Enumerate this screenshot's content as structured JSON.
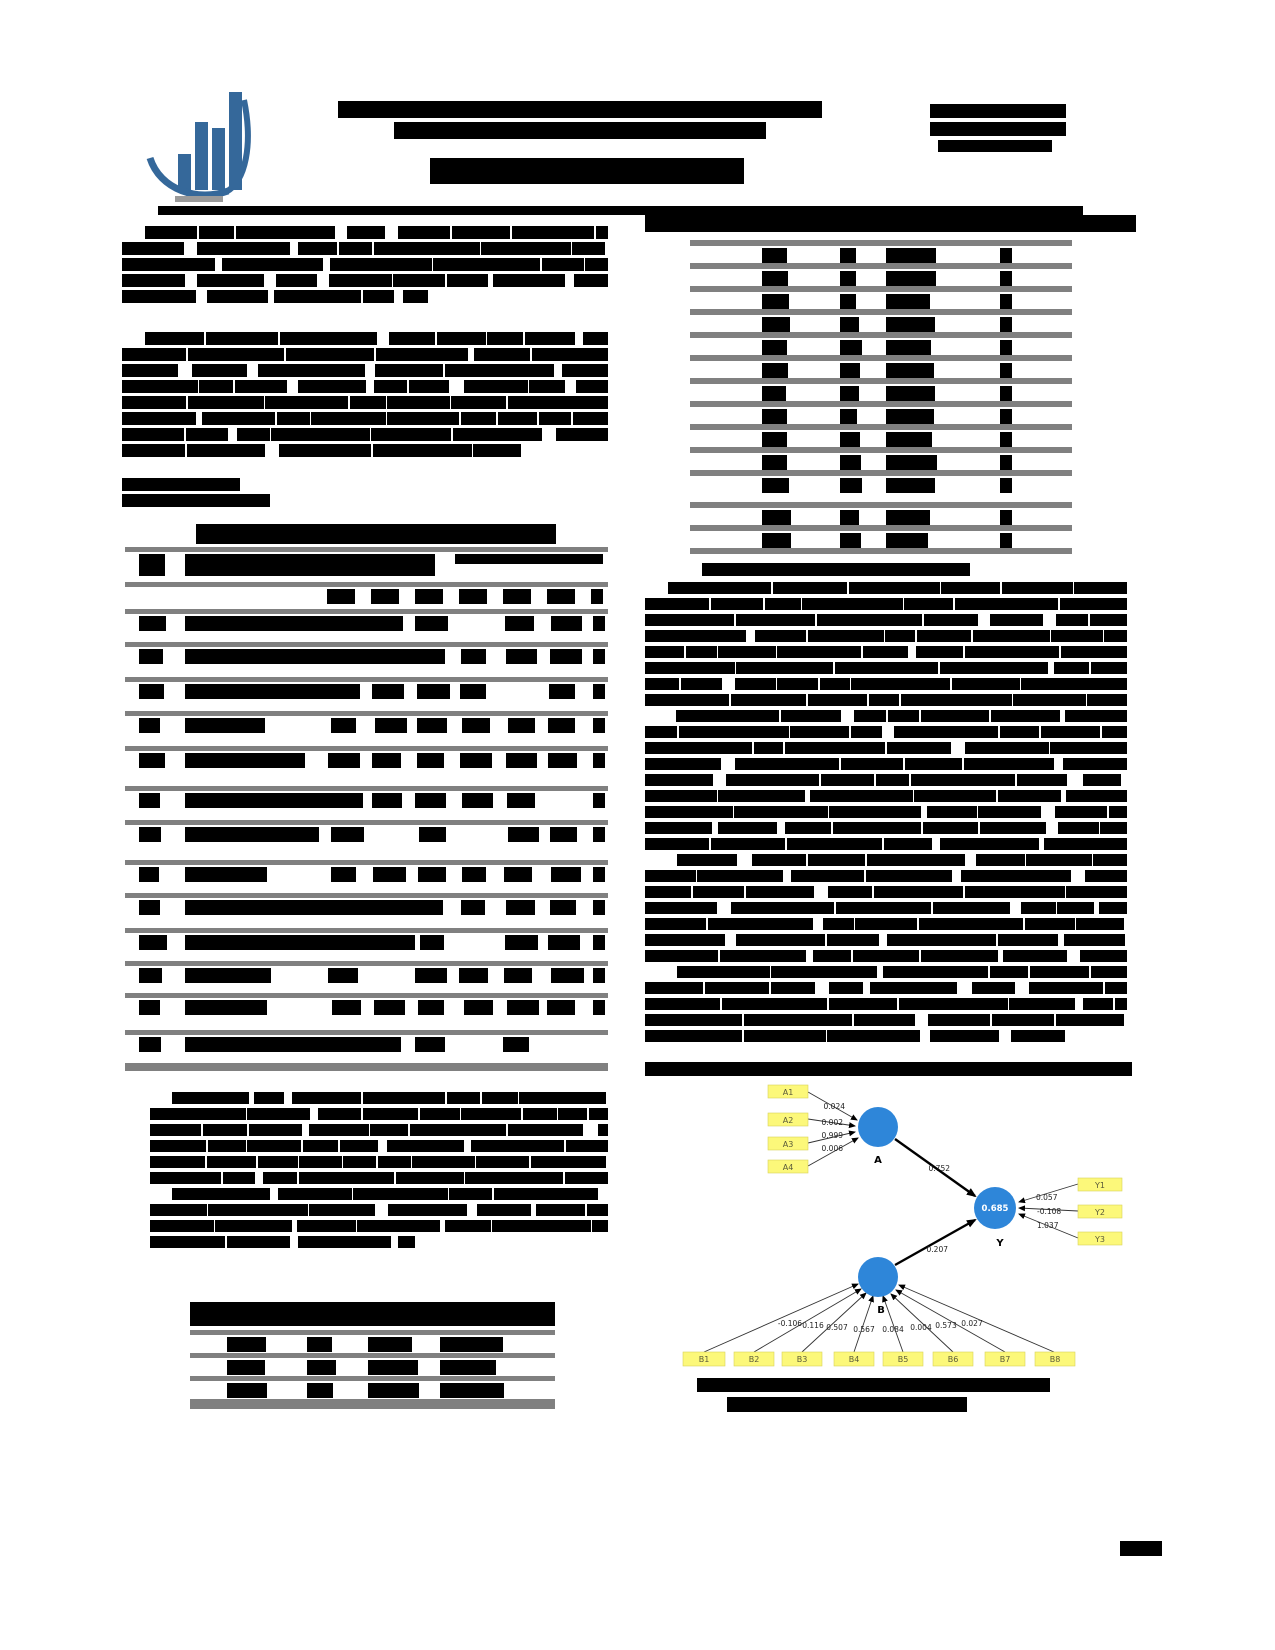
{
  "meta": {
    "kind": "journal-article-page-with-redacted-text",
    "colors": {
      "table_grid": "#808080",
      "redaction": "#000000",
      "logo_blue": "#35689a",
      "indicator_box_yellow": "#fcf87a",
      "latent_circle_blue": "#2e86d9"
    }
  },
  "diagram": {
    "type": "sem-path-model",
    "A": {
      "label": "A",
      "items": [
        {
          "id": "A1",
          "v": "0.024"
        },
        {
          "id": "A2",
          "v": "0.002"
        },
        {
          "id": "A3",
          "v": "0.999"
        },
        {
          "id": "A4",
          "v": "0.006"
        }
      ]
    },
    "B": {
      "label": "B",
      "items": [
        {
          "id": "B1",
          "v": "-0.106"
        },
        {
          "id": "B2",
          "v": "0.116"
        },
        {
          "id": "B3",
          "v": "0.507"
        },
        {
          "id": "B4",
          "v": "0.567"
        },
        {
          "id": "B5",
          "v": "0.084"
        },
        {
          "id": "B6",
          "v": "0.004"
        },
        {
          "id": "B7",
          "v": "0.573"
        },
        {
          "id": "B8",
          "v": "0.027"
        }
      ]
    },
    "Y": {
      "label": "Y",
      "value": "0.685",
      "items": [
        {
          "id": "Y1",
          "v": "0.057"
        },
        {
          "id": "Y2",
          "v": "-0.108"
        },
        {
          "id": "Y3",
          "v": "1.037"
        }
      ]
    },
    "paths": {
      "AY": "0.752",
      "BY": "0.207"
    }
  }
}
